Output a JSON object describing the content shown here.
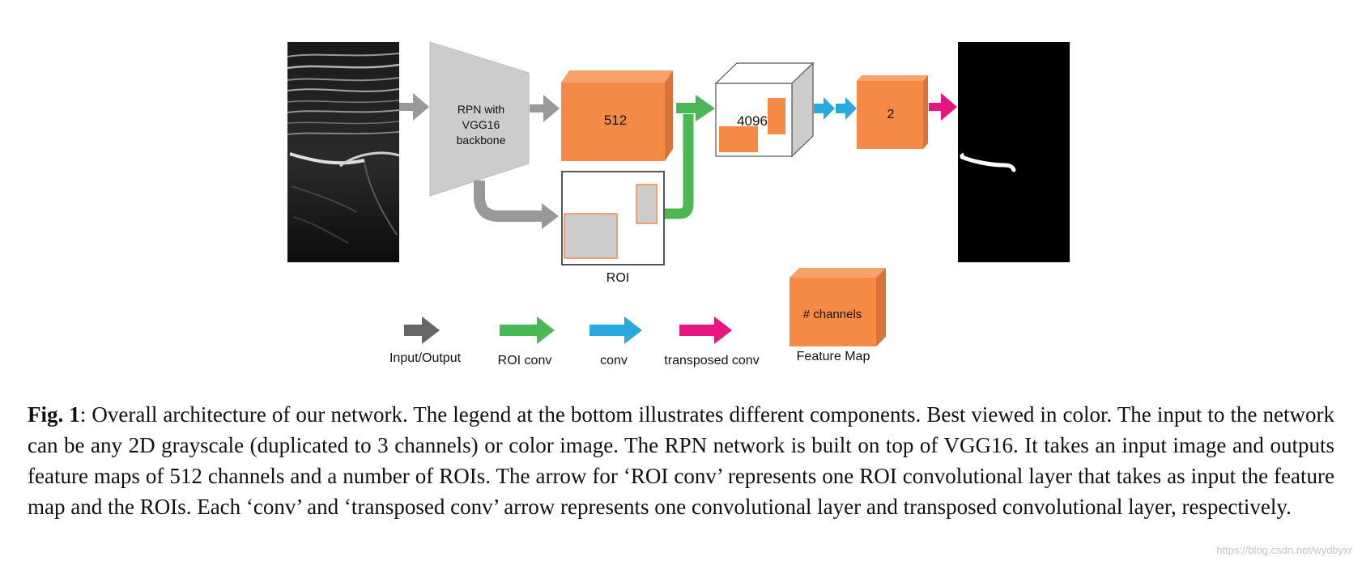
{
  "diagram": {
    "rpn_label": [
      "RPN with",
      "VGG16",
      "backbone"
    ],
    "feature_512": "512",
    "fc_4096": "4096",
    "out_2": "2",
    "roi_label": "ROI"
  },
  "legend": {
    "items": [
      {
        "label": "Input/Output",
        "color": "#666666"
      },
      {
        "label": "ROI conv",
        "color": "#4cb855"
      },
      {
        "label": "conv",
        "color": "#2aa9e0"
      },
      {
        "label": "transposed conv",
        "color": "#e6157f"
      }
    ],
    "feature_map_inner": "# channels",
    "feature_map_label": "Feature Map"
  },
  "colors": {
    "orange_front": "#f58a46",
    "orange_top": "#f7a26a",
    "orange_side": "#d9733a",
    "gray_arrow": "#999999",
    "green": "#4cb855",
    "cyan": "#2aa9e0",
    "magenta": "#e6157f"
  },
  "caption": {
    "fig_label": "Fig. 1",
    "text": ":  Overall architecture of our network.  The legend at the bottom illustrates different components.  Best viewed in color. The input to the network can be any 2D grayscale (duplicated to 3 channels) or color image. The RPN network is built on top of VGG16. It takes an input image and outputs feature maps of 512 channels and a number of ROIs. The arrow for ‘ROI conv’ represents one ROI convolutional layer that takes as input the feature map and the ROIs. Each ‘conv’ and ‘transposed conv’ arrow represents one convolutional layer and transposed convolutional layer, respectively."
  },
  "watermark": "https://blog.csdn.net/wydbyxr"
}
